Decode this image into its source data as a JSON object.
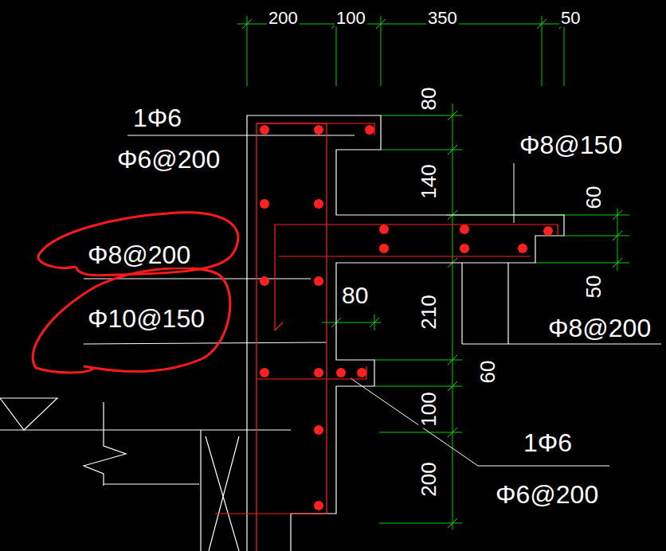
{
  "diagram": {
    "labels": [
      "200",
      "100",
      "350",
      "50",
      "1Φ6",
      "Φ6@200",
      "80",
      "140",
      "Φ8@150",
      "60",
      "50",
      "Φ8@200",
      "80",
      "Φ10@150",
      "210",
      "Φ8@200",
      "60",
      "100",
      "1Φ6",
      "200",
      "Φ6@200"
    ]
  }
}
